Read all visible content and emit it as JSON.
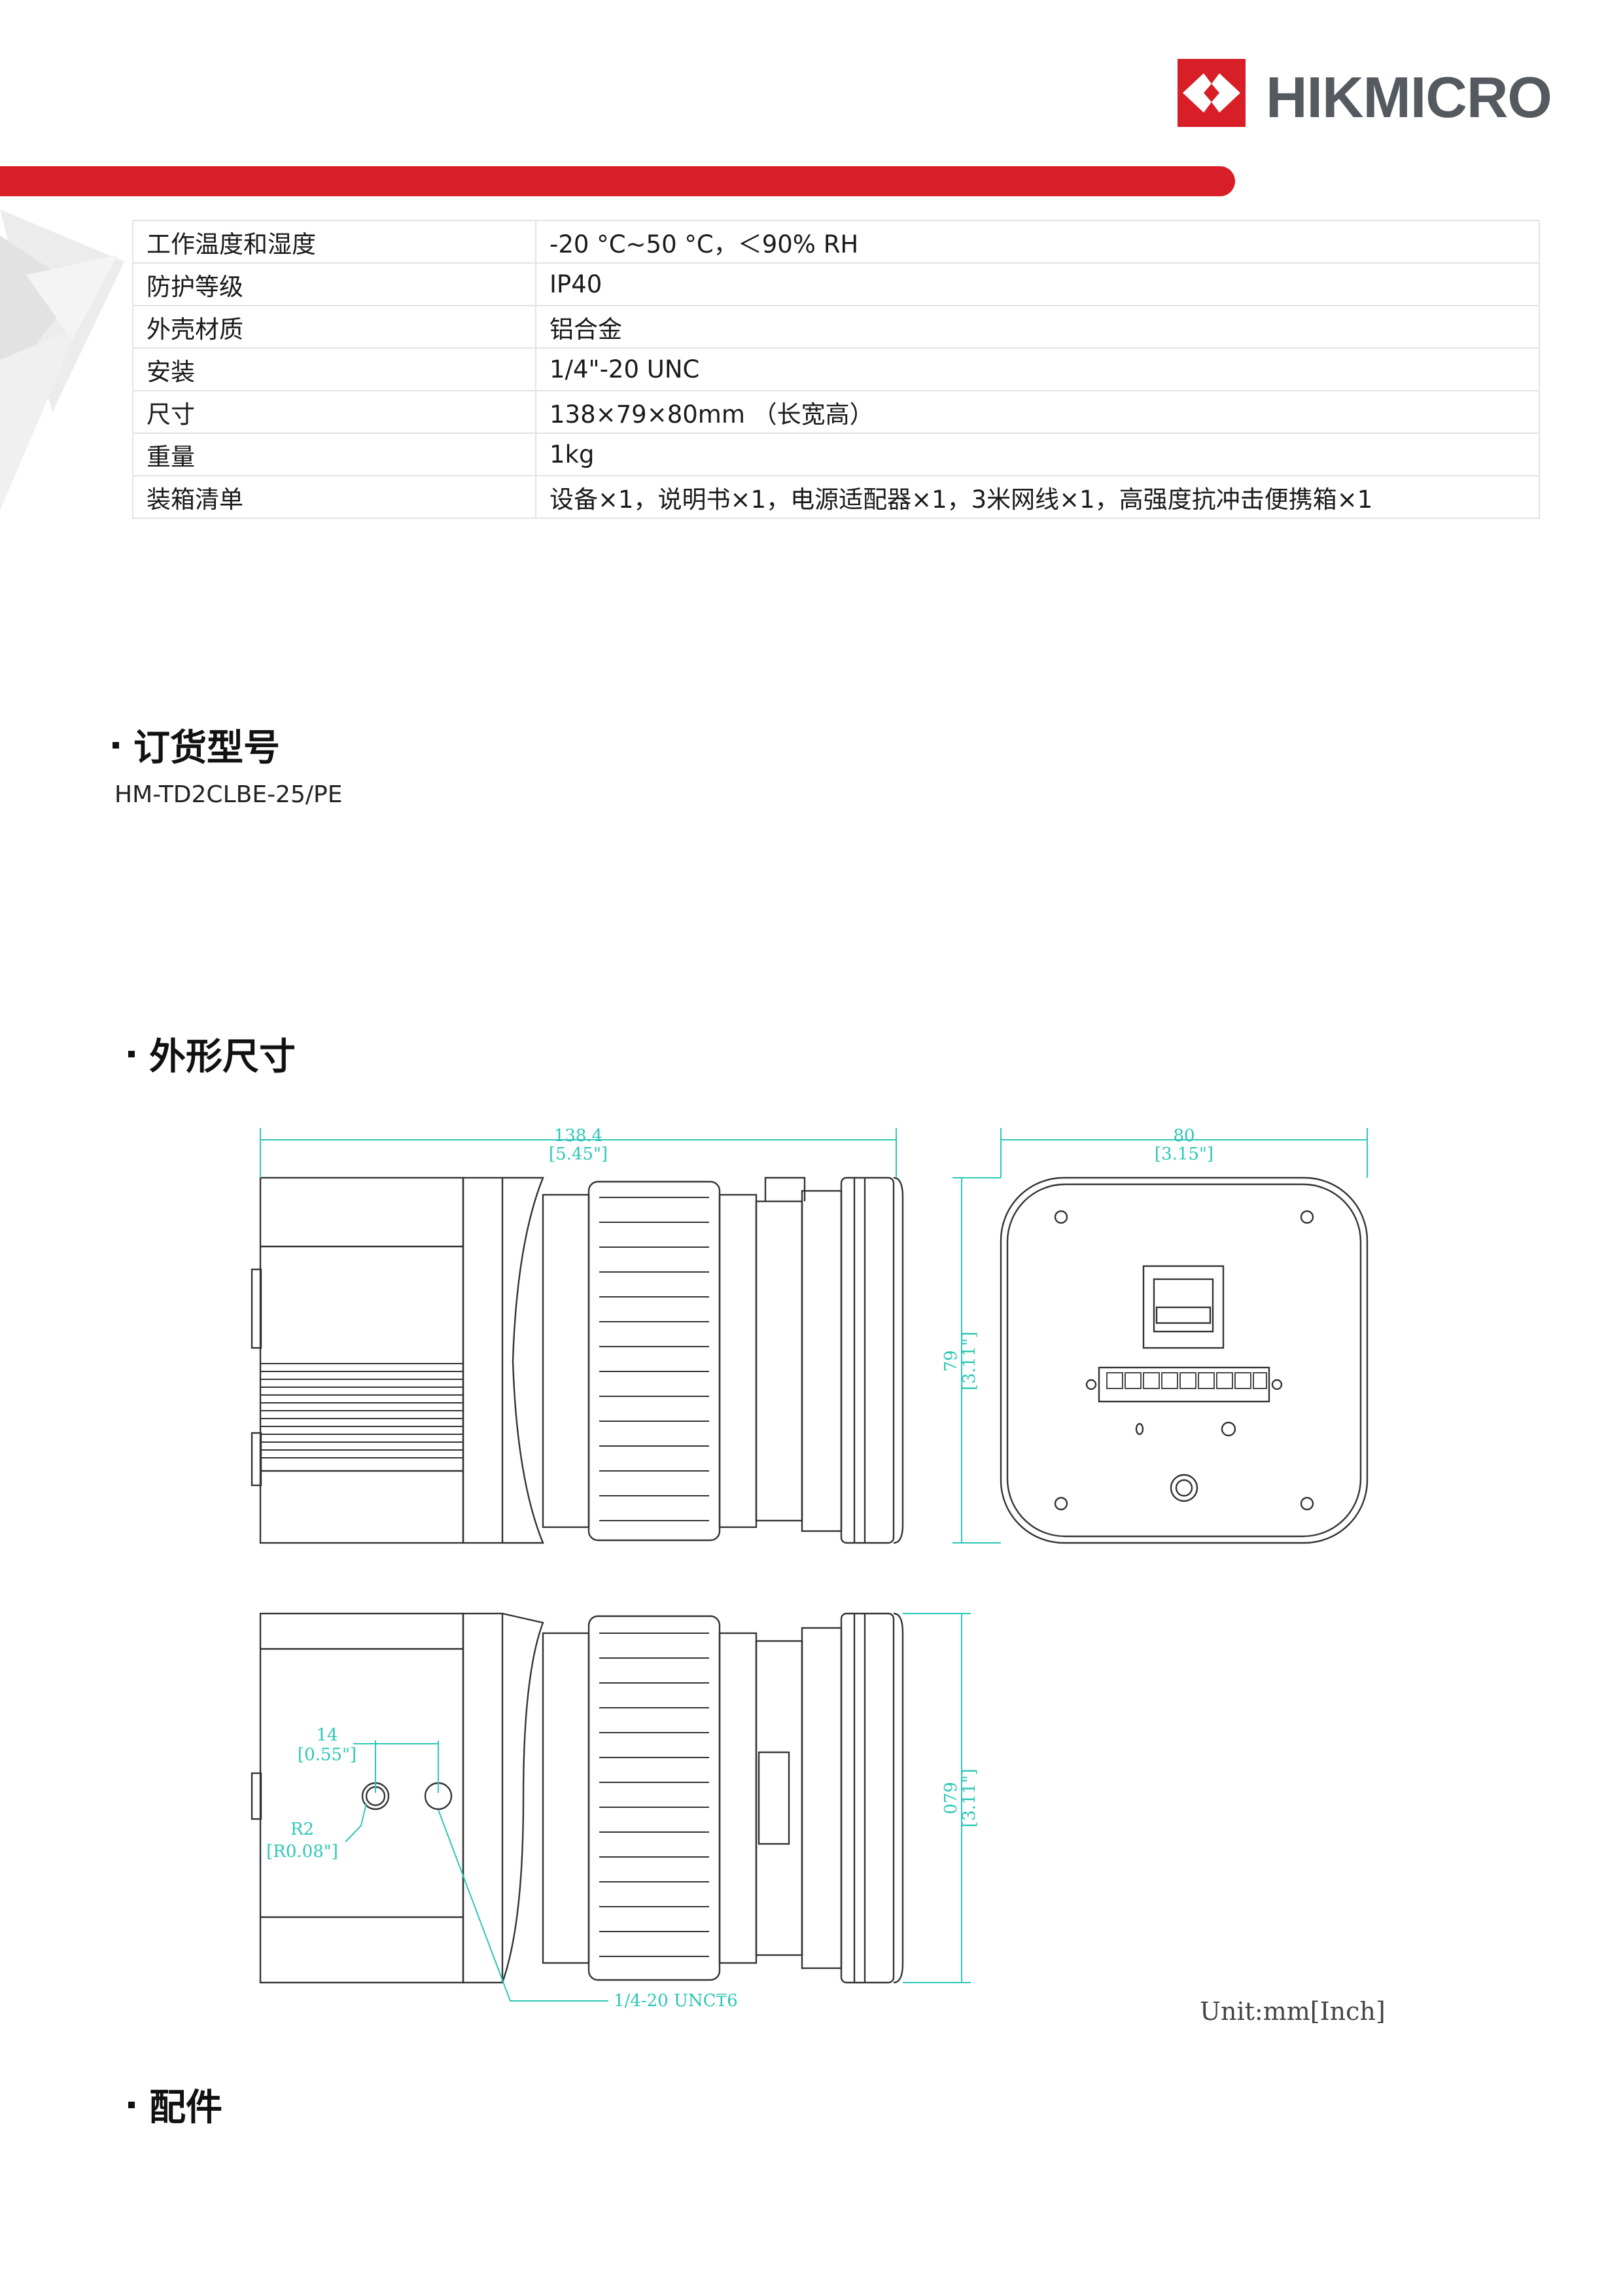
{
  "brand": {
    "name": "HIKMICRO"
  },
  "specs": [
    {
      "label": "工作温度和湿度",
      "value": "-20 °C~50 °C，＜90% RH"
    },
    {
      "label": "防护等级",
      "value": "IP40"
    },
    {
      "label": "外壳材质",
      "value": "铝合金"
    },
    {
      "label": "安装",
      "value": "1/4\"-20 UNC"
    },
    {
      "label": "尺寸",
      "value": "138×79×80mm （长宽高）"
    },
    {
      "label": "重量",
      "value": "1kg"
    },
    {
      "label": "装箱清单",
      "value": "设备×1，说明书×1，电源适配器×1，3米网线×1，高强度抗冲击便携箱×1"
    }
  ],
  "sections": {
    "ordering": {
      "title": "订货型号",
      "model": "HM-TD2CLBE-25/PE"
    },
    "dimensions": {
      "title": "外形尺寸"
    },
    "accessories": {
      "title": "配件"
    }
  },
  "drawing": {
    "length": "138.4",
    "length_in": "[5.45\"]",
    "width": "80",
    "width_in": "[3.15\"]",
    "height": "79",
    "height_in": "[3.11\"]",
    "height2": "079",
    "height2_in": "[3.11\"]",
    "hole_spacing": "14",
    "hole_spacing_in": "[0.55\"]",
    "radius": "R2",
    "radius_in": "[R0.08\"]",
    "thread": "1/4-20 UNC₸6",
    "unit": "Unit:mm[Inch]"
  },
  "colors": {
    "accent": "#d81e26",
    "dimension": "#2cc7b6",
    "line": "#333333"
  }
}
